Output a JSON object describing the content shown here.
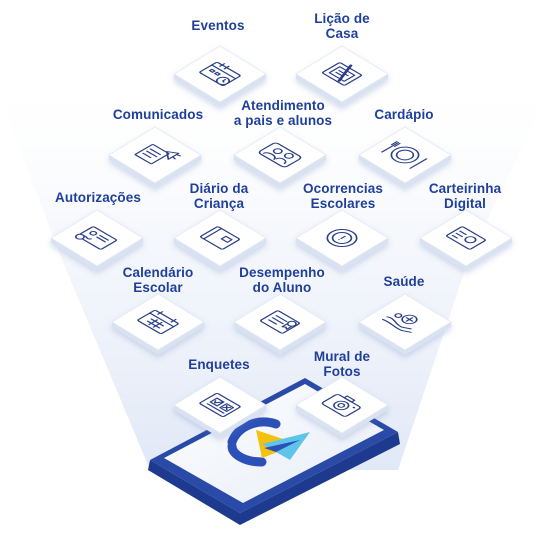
{
  "features": [
    {
      "id": "eventos",
      "lines": [
        "Eventos"
      ],
      "icon": "calendar-clock-icon"
    },
    {
      "id": "licao-de-casa",
      "lines": [
        "Lição de",
        "Casa"
      ],
      "icon": "homework-pencil-icon"
    },
    {
      "id": "comunicados",
      "lines": [
        "Comunicados"
      ],
      "icon": "megaphone-document-icon"
    },
    {
      "id": "atendimento",
      "lines": [
        "Atendimento",
        "a pais e alunos"
      ],
      "icon": "people-chat-icon"
    },
    {
      "id": "cardapio",
      "lines": [
        "Cardápio"
      ],
      "icon": "plate-cutlery-icon"
    },
    {
      "id": "autorizacoes",
      "lines": [
        "Autorizações"
      ],
      "icon": "signed-document-icon"
    },
    {
      "id": "diario",
      "lines": [
        "Diário da",
        "Criança"
      ],
      "icon": "diary-book-icon"
    },
    {
      "id": "ocorrencias",
      "lines": [
        "Ocorrencias",
        "Escolares"
      ],
      "icon": "alert-circle-icon"
    },
    {
      "id": "carteirinha",
      "lines": [
        "Carteirinha",
        "Digital"
      ],
      "icon": "id-card-icon"
    },
    {
      "id": "calendario",
      "lines": [
        "Calendário",
        "Escolar"
      ],
      "icon": "calendar-grid-icon"
    },
    {
      "id": "desempenho",
      "lines": [
        "Desempenho",
        "do Aluno"
      ],
      "icon": "report-card-icon"
    },
    {
      "id": "saude",
      "lines": [
        "Saúde"
      ],
      "icon": "health-hands-icon"
    },
    {
      "id": "enquetes",
      "lines": [
        "Enquetes"
      ],
      "icon": "poll-checkbox-icon"
    },
    {
      "id": "mural",
      "lines": [
        "Mural de",
        "Fotos"
      ],
      "icon": "camera-icon"
    }
  ],
  "colors": {
    "label": "#1f3f9a",
    "icon_stroke": "#2a3f86",
    "tile_top": "#ffffff",
    "tile_side": "#d9e2f1",
    "phone_body": "#2a4aa8",
    "phone_screen": "#f2f5fb",
    "logo_blue": "#2b50b8",
    "logo_yellow": "#f4c20d",
    "logo_cyan": "#5fc4ea"
  }
}
